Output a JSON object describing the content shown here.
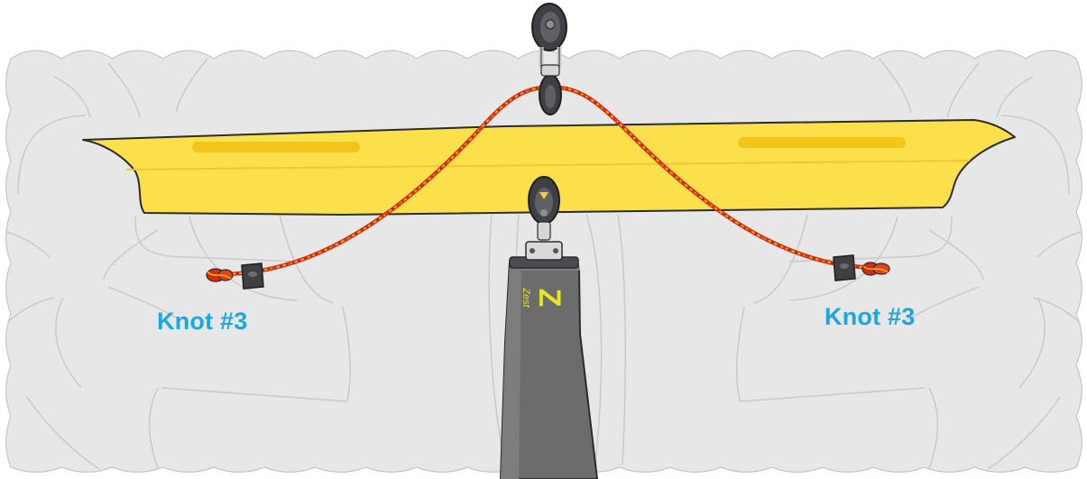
{
  "labels": {
    "left_knot": "Knot #3",
    "right_knot": "Knot #3"
  },
  "rudder_logo": "Zest",
  "colors": {
    "label": "#1aa7e2",
    "hull": "#e7e7e7",
    "hull_line": "#c9c9c9",
    "traveller_bar": "#fce04b",
    "traveller_shadow": "#edc228",
    "rope": "#d82a12",
    "rope_fleck": "#f6b21a",
    "hardware": "#4a4c50",
    "rudder_blade": "#6c6c6c",
    "rudder_logo": "#e4e623"
  },
  "icons": [
    "pulley-block-icon",
    "swivel-pulley-block-icon",
    "rope-cleat-icon",
    "figure-eight-knot-icon"
  ]
}
